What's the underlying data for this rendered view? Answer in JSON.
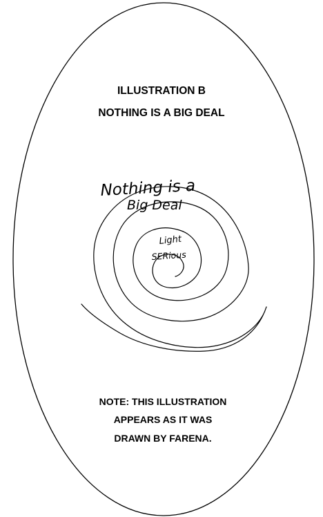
{
  "heading": {
    "line1": "ILLUSTRATION B",
    "line2": "NOTHING IS A BIG DEAL"
  },
  "drawing": {
    "outer_caption": [
      "Nothing is a",
      "Big Deal"
    ],
    "inner_caption": [
      "Light",
      "SERious"
    ],
    "shape": "hand-drawn spiral inside an oval border"
  },
  "note": {
    "line1": "NOTE: THIS ILLUSTRATION",
    "line2": "APPEARS AS IT WAS",
    "line3": "DRAWN BY FARENA."
  },
  "colors": {
    "ink": "#000000",
    "background": "#ffffff"
  }
}
